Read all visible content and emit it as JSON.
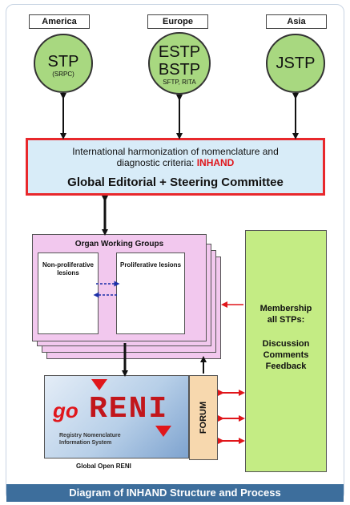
{
  "regions": [
    {
      "label": "America",
      "circle_lines": [
        "STP"
      ],
      "circle_sub": "(SRPC)"
    },
    {
      "label": "Europe",
      "circle_lines": [
        "ESTP",
        "BSTP"
      ],
      "circle_sub": "SFTP, RITA"
    },
    {
      "label": "Asia",
      "circle_lines": [
        "JSTP"
      ],
      "circle_sub": ""
    }
  ],
  "committee": {
    "line1": "International harmonization of nomenclature and",
    "line2_prefix": "diagnostic criteria:",
    "line2_highlight": "INHAND",
    "line3": "Global Editorial + Steering Committee"
  },
  "working_groups": {
    "title": "Organ Working Groups",
    "left_box": "Non-proliferative lesions",
    "right_box": "Proliferative lesions"
  },
  "membership": {
    "heading_lines": [
      "Membership",
      "all STPs:"
    ],
    "body_lines": [
      "Discussion",
      "Comments",
      "Feedback"
    ]
  },
  "forum": {
    "label": "FORUM"
  },
  "goreni": {
    "go": "go",
    "reni": "RENI",
    "subtitle_lines": [
      "Registry Nomenclature",
      "Information System"
    ],
    "caption": "Global Open RENI"
  },
  "footer": {
    "title": "Diagram of INHAND Structure and Process"
  },
  "colors": {
    "circle_fill": "#a8d880",
    "committee_border": "#e8282c",
    "committee_fill": "#d8ecf8",
    "owg_fill": "#f2c8ee",
    "membership_fill": "#c4ec84",
    "forum_fill": "#f7d8ae",
    "title_bar": "#3d6e9c",
    "arrow_red": "#e0161b",
    "arrow_blue": "#1b2fa8"
  }
}
